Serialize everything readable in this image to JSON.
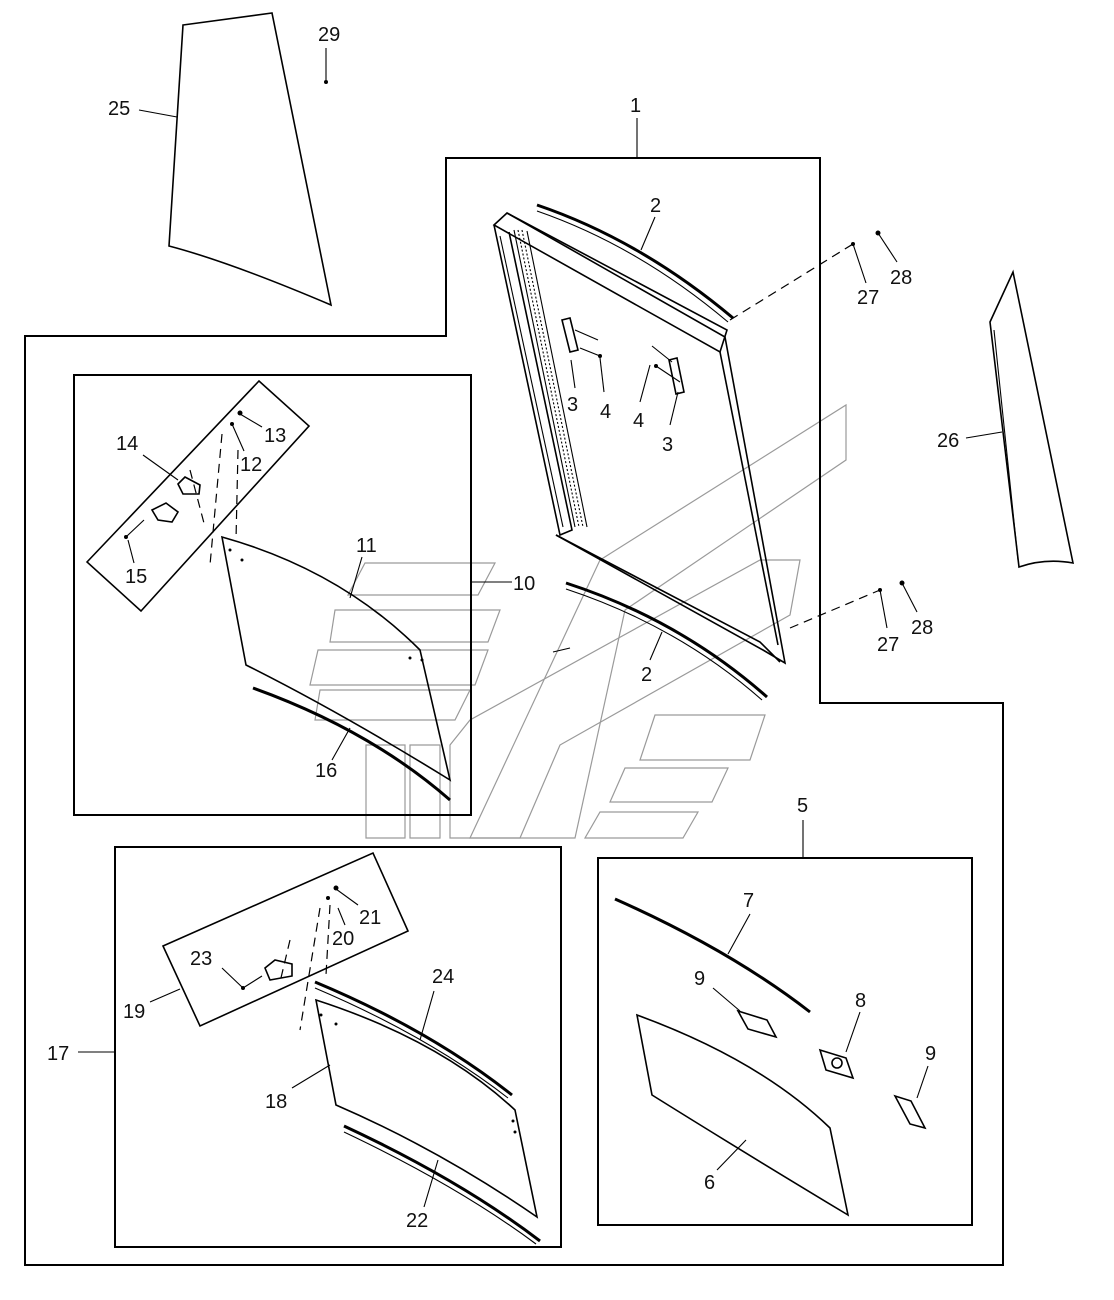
{
  "callouts": {
    "c1": "1",
    "c2a": "2",
    "c2b": "2",
    "c3a": "3",
    "c3b": "3",
    "c4a": "4",
    "c4b": "4",
    "c5": "5",
    "c6": "6",
    "c7": "7",
    "c8": "8",
    "c9a": "9",
    "c9b": "9",
    "c10": "10",
    "c11": "11",
    "c12": "12",
    "c13": "13",
    "c14": "14",
    "c15": "15",
    "c16": "16",
    "c17": "17",
    "c18": "18",
    "c19": "19",
    "c20": "20",
    "c21": "21",
    "c22": "22",
    "c23": "23",
    "c24": "24",
    "c25": "25",
    "c26": "26",
    "c27a": "27",
    "c27b": "27",
    "c28a": "28",
    "c28b": "28",
    "c29": "29"
  },
  "colors": {
    "line": "#000000",
    "watermark": "#9a9a9a",
    "background": "#ffffff"
  }
}
